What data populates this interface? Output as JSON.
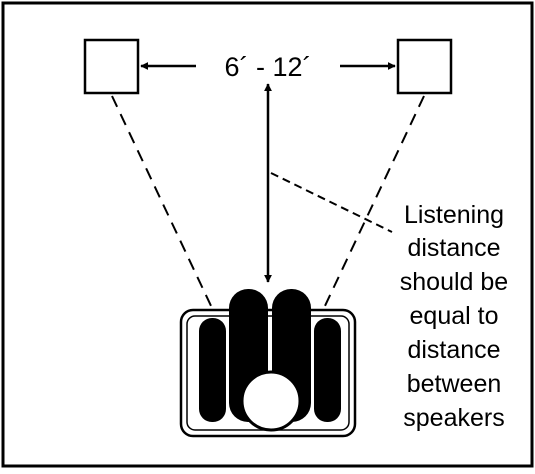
{
  "distance_label": "6´ - 12´",
  "note_lines": [
    "Listening",
    "distance",
    "should be",
    "equal to",
    "distance",
    "between",
    "speakers"
  ]
}
